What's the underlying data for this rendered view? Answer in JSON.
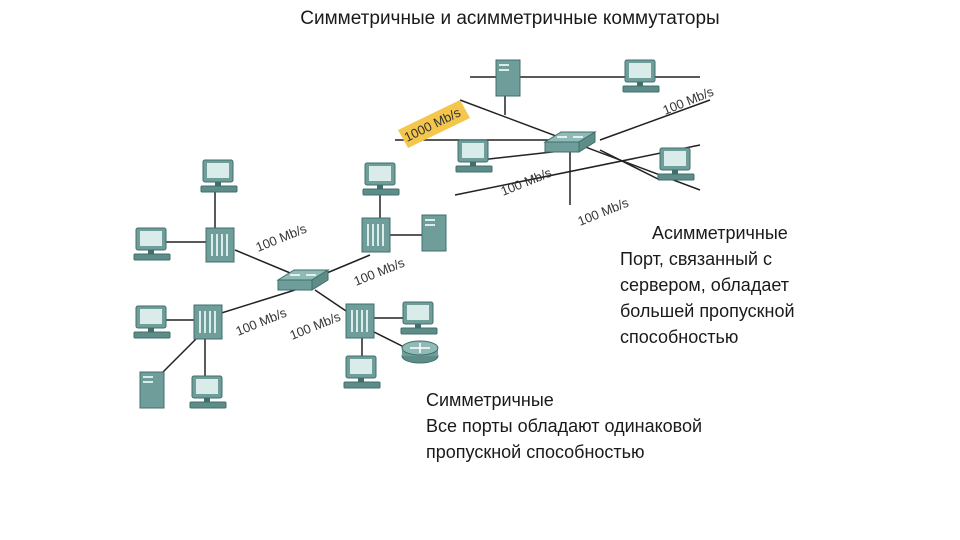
{
  "title": "Симметричные и асимметричные коммутаторы",
  "labels": {
    "gig": "1000 Mb/s",
    "top_right": "100 Mb/s",
    "mid": "100 Mb/s",
    "lower_right": "100 Mb/s",
    "left_upper": "100 Mb/s",
    "left_mid": "100 Mb/s",
    "left_lower": "100 Mb/s",
    "left_lower2": "100 Mb/s"
  },
  "asymmetric": {
    "heading": "Асимметричные",
    "lines": [
      "Порт, связанный с",
      "сервером, обладает",
      "большей пропускной",
      "способностью"
    ]
  },
  "symmetric": {
    "heading": "Симметричные",
    "lines": [
      "Все порты обладают одинаковой",
      "пропускной способностью"
    ]
  },
  "colors": {
    "device": "#6f9e9a",
    "device_dark": "#3f6f6c",
    "screen": "#d9ecea",
    "highlight": "#f5c64c"
  }
}
